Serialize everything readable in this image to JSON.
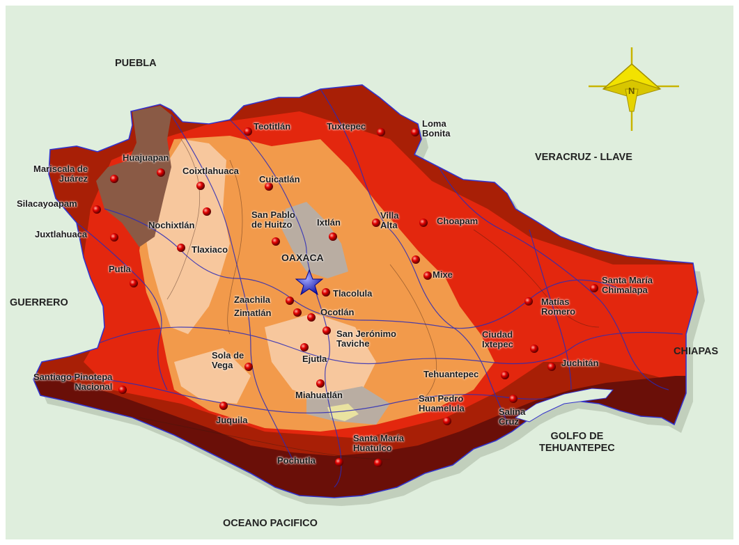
{
  "map": {
    "neighbors": {
      "puebla": "PUEBLA",
      "veracruz": "VERACRUZ - LLAVE",
      "guerrero": "GUERRERO",
      "chiapas": "CHIAPAS",
      "golfo": "GOLFO DE\nTEHUANTEPEC",
      "oceano": "OCEANO PACIFICO"
    },
    "compass_letter": "N",
    "capital": "OAXACA",
    "towns": [
      "Teotitlán",
      "Tuxtepec",
      "Loma\nBonita",
      "Huajuapan",
      "Mariscala de\nJuárez",
      "Coixtlahuaca",
      "Cuicatlán",
      "Silacayoapam",
      "Nochixtlán",
      "San Pablo\nde Huitzo",
      "Ixtlán",
      "Villa\nAlta",
      "Choapam",
      "Juxtlahuaca",
      "Tlaxiaco",
      "Putla",
      "Mixe",
      "Santa María\nChimalapa",
      "Tlacolula",
      "Zaachila",
      "Zimatlán",
      "Ocotlán",
      "Matías\nRomero",
      "San Jerónimo\nTaviche",
      "Ciudad\nIxtepec",
      "Ejutla",
      "Juchitán",
      "Sola de\nVega",
      "Santiago Pinotepa\nNacional",
      "Tehuantepec",
      "Miahuatlán",
      "San Pedro\nHuamelula",
      "Salina\nCruz",
      "Juquila",
      "Santa María\nHuatulco",
      "Pochutla"
    ]
  }
}
